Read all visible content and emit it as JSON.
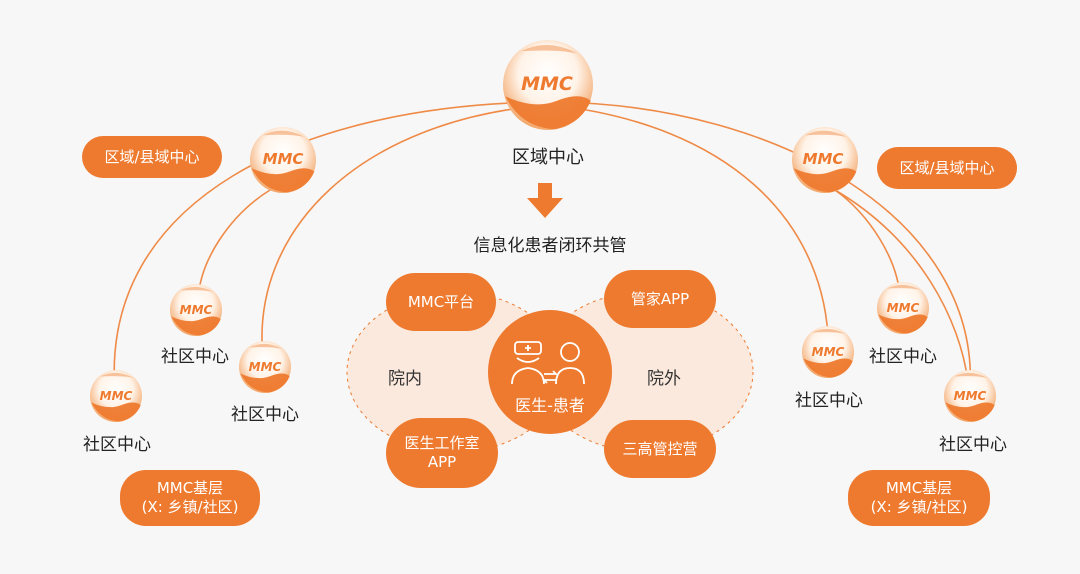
{
  "top_node": {
    "logo_text": "MMC",
    "label": "区域中心"
  },
  "left_region": {
    "logo_text": "MMC",
    "pill": "区域/县域中心",
    "community_nodes": [
      {
        "logo_text": "MMC",
        "label": "社区中心"
      },
      {
        "logo_text": "MMC",
        "label": "社区中心"
      },
      {
        "logo_text": "MMC",
        "label": "社区中心"
      }
    ],
    "base_pill_line1": "MMC基层",
    "base_pill_line2": "(X: 乡镇/社区)"
  },
  "right_region": {
    "logo_text": "MMC",
    "pill": "区域/县域中心",
    "community_nodes": [
      {
        "logo_text": "MMC",
        "label": "社区中心"
      },
      {
        "logo_text": "MMC",
        "label": "社区中心"
      },
      {
        "logo_text": "MMC",
        "label": "社区中心"
      }
    ],
    "base_pill_line1": "MMC基层",
    "base_pill_line2": "(X: 乡镇/社区)"
  },
  "flow_caption": "信息化患者闭环共管",
  "center": {
    "label": "医生-患者",
    "inside_label": "院内",
    "outside_label": "院外",
    "satellites": {
      "top_left": "MMC平台",
      "top_right": "管家APP",
      "bottom_left_line1": "医生工作室",
      "bottom_left_line2": "APP",
      "bottom_right": "三高管控营"
    }
  },
  "colors": {
    "accent": "#ee7a2f",
    "accent_light": "#fbe9dd",
    "line": "#ef8a47",
    "background": "#f7f7f7"
  }
}
